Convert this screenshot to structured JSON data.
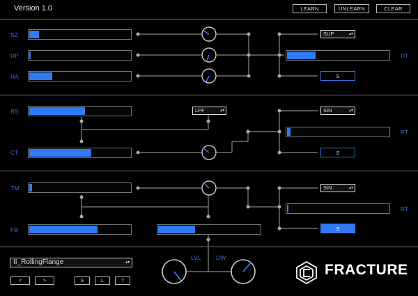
{
  "header": {
    "version": "Version 1.0",
    "learn_label": "LEARN",
    "unlearn_label": "UNLEARN",
    "clear_label": "CLEAR"
  },
  "section1": {
    "sz_label": "SZ",
    "sz_value": 0.11,
    "rp_label": "RP",
    "rp_value": 0.03,
    "ra_label": "RA",
    "ra_value": 0.24,
    "mode_dropdown": "SUP",
    "rt_label": "RT",
    "rt_value": 0.29,
    "s_button": "S",
    "s_active": false
  },
  "section2": {
    "rs_label": "RS",
    "rs_value": 0.56,
    "filter_dropdown": "LPF",
    "ct_label": "CT",
    "ct_value": 0.62,
    "mode_dropdown": "SIN",
    "rt_label": "RT",
    "rt_value": 0.05,
    "s_button": "S",
    "s_active": false
  },
  "section3": {
    "tm_label": "TM",
    "tm_value": 0.04,
    "fb_label": "FB",
    "fb_value": 0.68,
    "mid_value": 0.37,
    "mode_dropdown": "SIN",
    "rt_label": "RT",
    "rt_value": 0.03,
    "s_button": "S",
    "s_active": true
  },
  "footer": {
    "preset_name": "II_RollingFlange",
    "prev_label": "<",
    "next_label": ">",
    "save_label": "S",
    "load_label": "L",
    "help_label": "?",
    "lvl_label": "LVL",
    "dw_label": "DW",
    "brand": "FRACTURE"
  },
  "colors": {
    "accent": "#2f7bf5",
    "label": "#3b6fd8",
    "wire": "#888888",
    "background": "#000000"
  }
}
